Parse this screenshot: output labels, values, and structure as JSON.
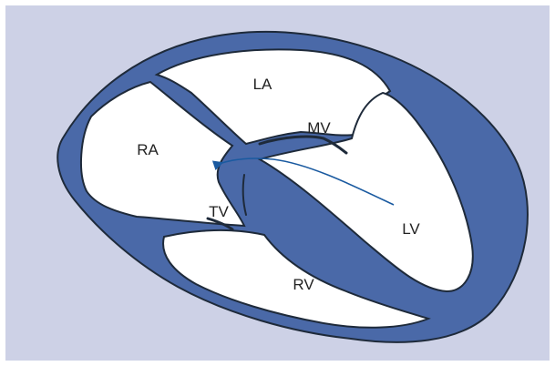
{
  "colors": {
    "background": "#cdd1e6",
    "myocardium": "#4a69a8",
    "outline": "#1e2a3a",
    "chamber": "#ffffff",
    "flow_arrow": "#1a5aa0"
  },
  "labels": {
    "la": "LA",
    "ra": "RA",
    "mv": "MV",
    "tv": "TV",
    "lv": "LV",
    "rv": "RV"
  },
  "annotations": {
    "flow_arrow": "arrow-lv-to-ra"
  }
}
